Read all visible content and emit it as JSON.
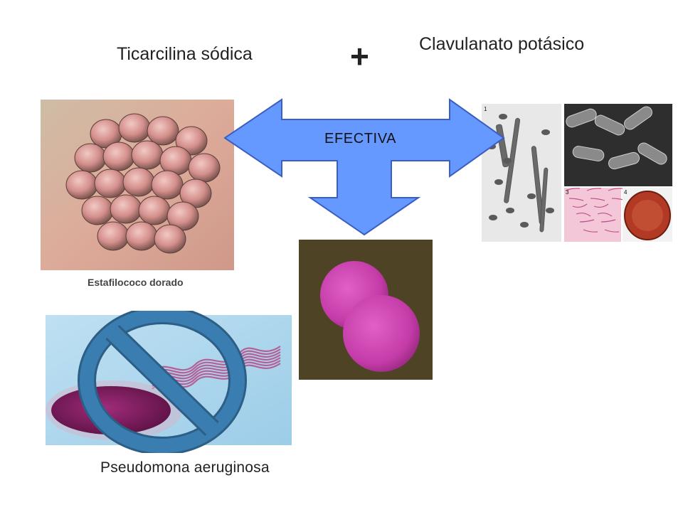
{
  "titles": {
    "left": "Ticarcilina sódica",
    "plus": "+",
    "right": "Clavulanato potásico"
  },
  "arrow": {
    "label": "EFECTIVA",
    "fill_color": "#6699ff",
    "stroke_color": "#3b5fc0"
  },
  "images": {
    "staph_caption": "Estafilococo dorado",
    "right_panel_numbers": [
      "1",
      "3",
      "4"
    ]
  },
  "captions": {
    "bottom": "Pseudomona aeruginosa"
  },
  "prohibition": {
    "color": "#2f6f9e"
  }
}
